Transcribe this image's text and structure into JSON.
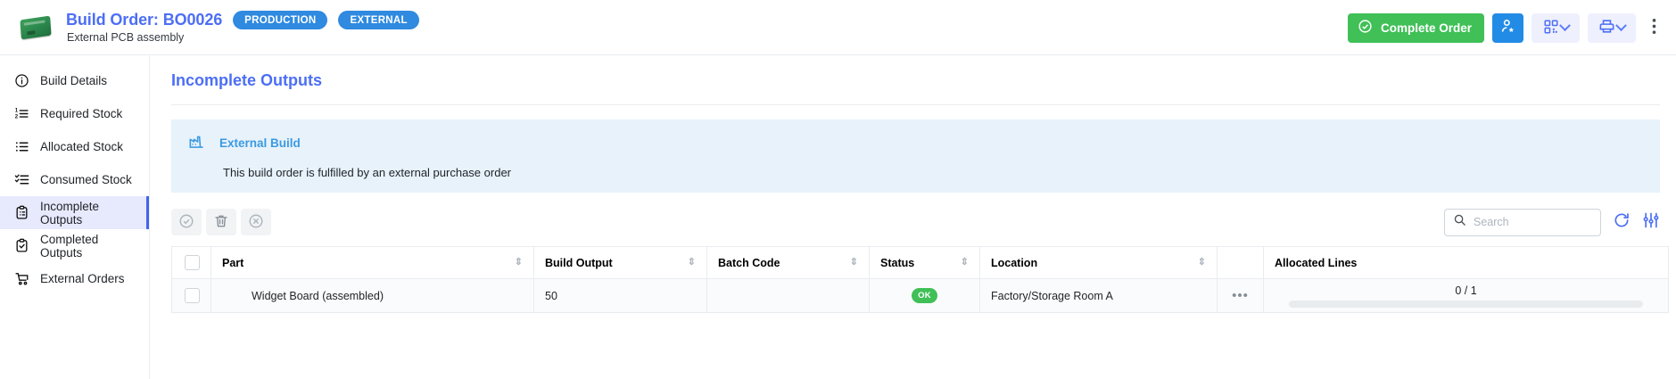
{
  "header": {
    "thumb_icon": "pcb-board-image",
    "title": "Build Order: BO0026",
    "badges": [
      {
        "label": "PRODUCTION",
        "color": "#2f8ae0"
      },
      {
        "label": "EXTERNAL",
        "color": "#2f8ae0"
      }
    ],
    "subtitle": "External PCB assembly",
    "actions": {
      "complete_label": "Complete Order",
      "complete_color": "#40c057",
      "assign_icon": "user-star-icon",
      "qr_icon": "qr-code-icon",
      "print_icon": "printer-icon",
      "overflow_icon": "vertical-dots-icon"
    }
  },
  "sidebar": {
    "items": [
      {
        "label": "Build Details",
        "icon": "info-circle-icon",
        "active": false
      },
      {
        "label": "Required Stock",
        "icon": "ordered-list-icon",
        "active": false
      },
      {
        "label": "Allocated Stock",
        "icon": "bullet-list-icon",
        "active": false
      },
      {
        "label": "Consumed Stock",
        "icon": "check-list-icon",
        "active": false
      },
      {
        "label": "Incomplete Outputs",
        "icon": "clipboard-icon",
        "active": true
      },
      {
        "label": "Completed Outputs",
        "icon": "clipboard-check-icon",
        "active": false
      },
      {
        "label": "External Orders",
        "icon": "cart-icon",
        "active": false
      }
    ]
  },
  "main": {
    "panel_title": "Incomplete Outputs",
    "alert": {
      "icon": "factory-icon",
      "title": "External Build",
      "title_color": "#3b9ae1",
      "body": "This build order is fulfilled by an external purchase order",
      "background": "#e7f2fb"
    },
    "toolbar": {
      "buttons": [
        {
          "icon": "check-circle-icon",
          "name": "complete-outputs-button"
        },
        {
          "icon": "trash-icon",
          "name": "delete-outputs-button"
        },
        {
          "icon": "x-circle-icon",
          "name": "cancel-outputs-button"
        }
      ],
      "search_placeholder": "Search",
      "search_value": "",
      "search_icon": "search-icon",
      "refresh_icon": "refresh-icon",
      "filter_icon": "filter-sliders-icon"
    },
    "table": {
      "columns": [
        {
          "label": "",
          "sortable": false,
          "key": "checkbox"
        },
        {
          "label": "Part",
          "sortable": true,
          "key": "part"
        },
        {
          "label": "Build Output",
          "sortable": true,
          "key": "build_output"
        },
        {
          "label": "Batch Code",
          "sortable": true,
          "key": "batch_code"
        },
        {
          "label": "Status",
          "sortable": true,
          "key": "status"
        },
        {
          "label": "Location",
          "sortable": true,
          "key": "location"
        },
        {
          "label": "",
          "sortable": false,
          "key": "menu"
        },
        {
          "label": "Allocated Lines",
          "sortable": false,
          "key": "allocated"
        }
      ],
      "rows": [
        {
          "part": "Widget Board (assembled)",
          "part_icon": "pcb-board-thumbnail",
          "build_output": "50",
          "batch_code": "",
          "status": "OK",
          "status_color": "#40c057",
          "location": "Factory/Storage Room A",
          "menu_icon": "horizontal-dots-icon",
          "allocated_label": "0 / 1",
          "allocated_percent": 0
        }
      ]
    }
  }
}
